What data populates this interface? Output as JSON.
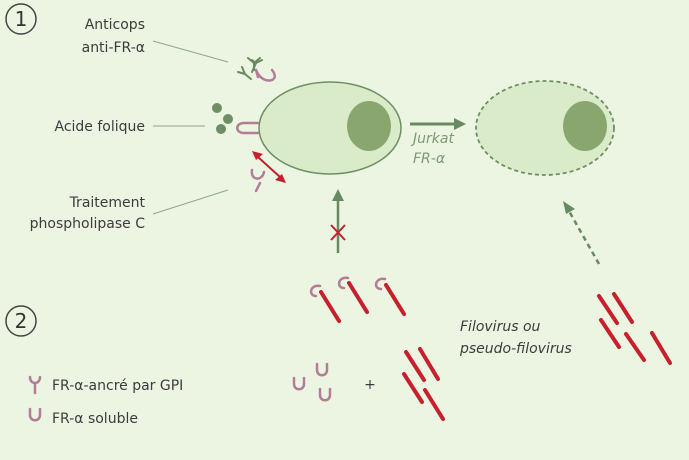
{
  "step_markers": [
    "1",
    "2"
  ],
  "labels": {
    "antibodies_line1": "Anticops",
    "antibodies_line2": "anti-FR-α",
    "folic_acid": "Acide folique",
    "treatment_line1": "Traitement",
    "treatment_line2": "phospholipase C",
    "cell_line1": "Jurkat",
    "cell_line2": "FR-α",
    "virus_line1": "Filovirus ou",
    "virus_line2": "pseudo-filovirus",
    "plus": "+"
  },
  "legend": {
    "gpi_receptor": "FR-α-ancré par GPI",
    "soluble_receptor": "FR-α soluble"
  },
  "colors": {
    "background": "#ecf4e2",
    "cell_fill": "#d9ebc9",
    "nucleus": "#89a66f",
    "cell_outline": "#6d8f63",
    "arrow_green": "#688a61",
    "virus_red": "#c71f2b",
    "receptor_pink": "#b37d96",
    "leader_line": "#8fa88a"
  }
}
